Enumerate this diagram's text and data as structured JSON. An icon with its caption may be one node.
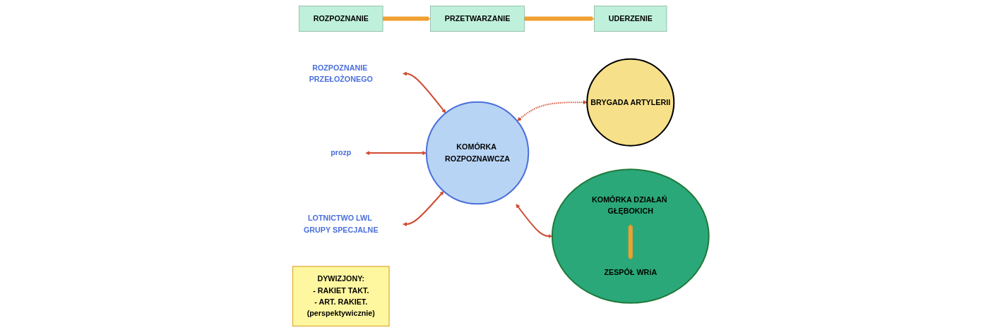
{
  "diagram": {
    "nodes": [
      {
        "text": [
          "ROZPOZNANIE"
        ]
      },
      {
        "text": [
          "PRZETWARZANIE"
        ]
      },
      {
        "text": [
          "UDERZENIE"
        ]
      },
      {
        "text": [
          "ROZPOZNANIE PRZEŁOŻONEGO"
        ]
      },
      {
        "text": [
          "prozp"
        ]
      },
      {
        "text": [
          "LOTNICTWO LWL GRUPY SPECJALNE"
        ]
      },
      {
        "text": [
          "KOMÓRKA ROZPOZNAWCZA"
        ]
      },
      {
        "text": [],
        "shape": "circle"
      },
      {
        "text": [
          "KOMÓRKA DZIAŁAŃ GŁĘBOKICH"
        ],
        "in": 7
      },
      {
        "text": [
          "ZESPÓŁ WRiA"
        ],
        "in": 7
      },
      {
        "text": [
          "BRYGADA ARTYLERII"
        ]
      },
      {
        "text": [
          "DYWIZJONY:",
          "- RAKIET TAKT.",
          "- ART. RAKIET.",
          "(perspektywicznie)"
        ]
      }
    ],
    "edges": [
      {
        "from": 0,
        "to": 1,
        "arrow": "to",
        "style": "thick",
        "color": "#f0a030"
      },
      {
        "from": 1,
        "to": 2,
        "arrow": "to",
        "style": "thick",
        "color": "#f0a030"
      },
      {
        "from": 3,
        "to": 6,
        "arrow": "both"
      },
      {
        "from": 4,
        "to": 6,
        "arrow": "both"
      },
      {
        "from": 5,
        "to": 6,
        "arrow": "both"
      },
      {
        "from": 6,
        "to": 7,
        "arrow": "both"
      },
      {
        "from": 8,
        "to": 9,
        "arrow": "both",
        "style": "thick",
        "color": "#f0a030"
      },
      {
        "from": 6,
        "to": 10,
        "arrow": "both",
        "style": "dashed"
      }
    ]
  }
}
